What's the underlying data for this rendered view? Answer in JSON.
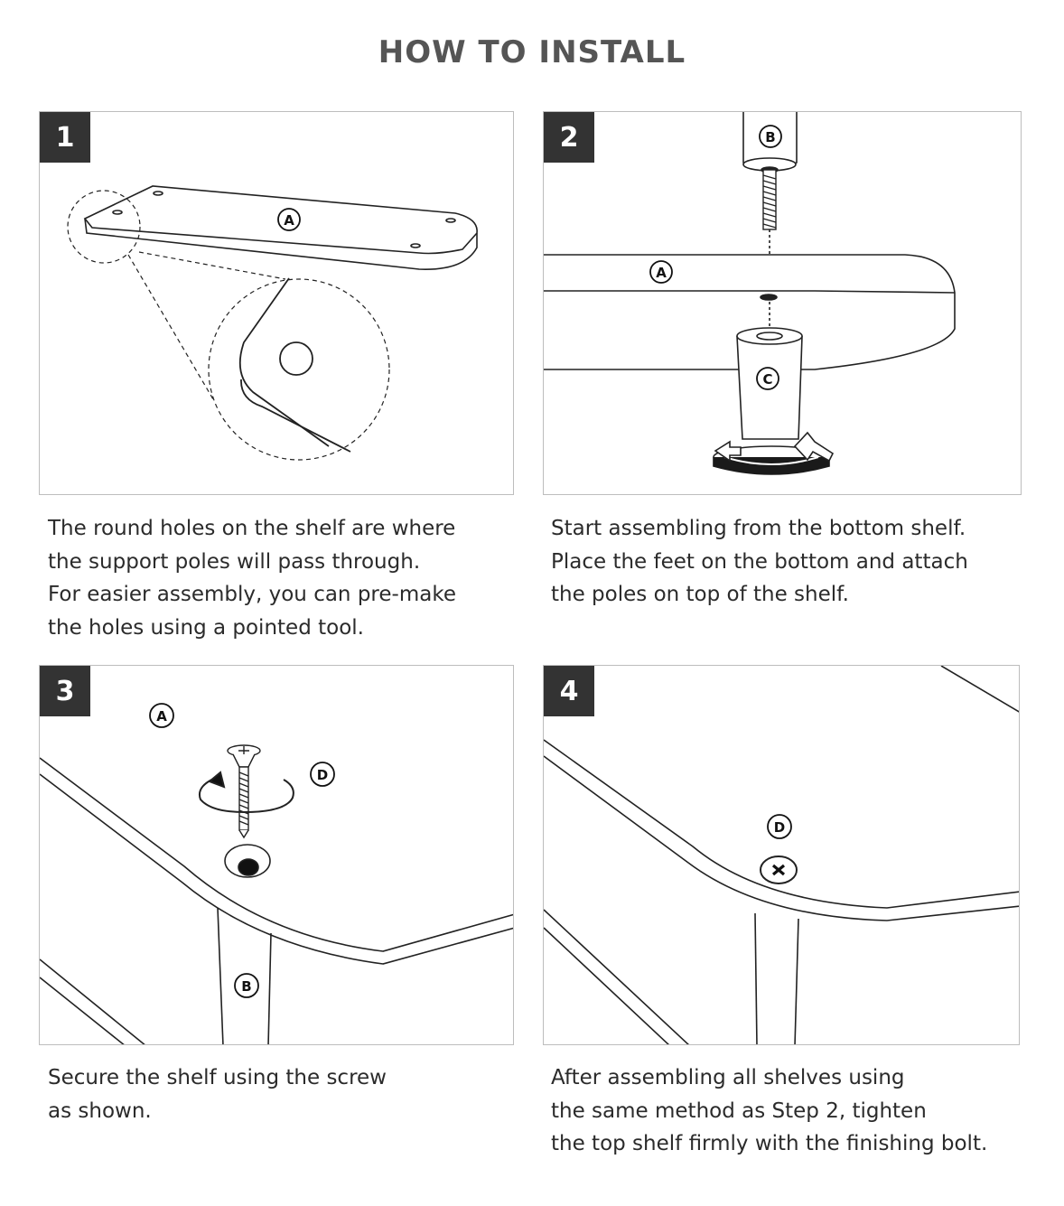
{
  "title": "HOW TO INSTALL",
  "steps": [
    {
      "number": "1",
      "caption": [
        "The round holes on the shelf are where",
        "the support poles will pass through.",
        "For easier assembly, you can pre-make",
        "the holes using a pointed tool."
      ],
      "labels": [
        "A"
      ]
    },
    {
      "number": "2",
      "caption": [
        "Start assembling from the bottom shelf.",
        "Place the feet on the bottom and attach",
        "the poles on top of the shelf."
      ],
      "labels": [
        "B",
        "A",
        "C"
      ]
    },
    {
      "number": "3",
      "caption": [
        "Secure the shelf using the screw",
        "as shown."
      ],
      "labels": [
        "A",
        "D",
        "B"
      ]
    },
    {
      "number": "4",
      "caption": [
        "After assembling all shelves using",
        "the same method as Step 2, tighten",
        "the top shelf firmly with the finishing bolt."
      ],
      "labels": [
        "D"
      ]
    }
  ],
  "colors": {
    "badge": "#333333",
    "line": "#222222",
    "panel_border": "#bdbdbd",
    "title": "#555555"
  }
}
